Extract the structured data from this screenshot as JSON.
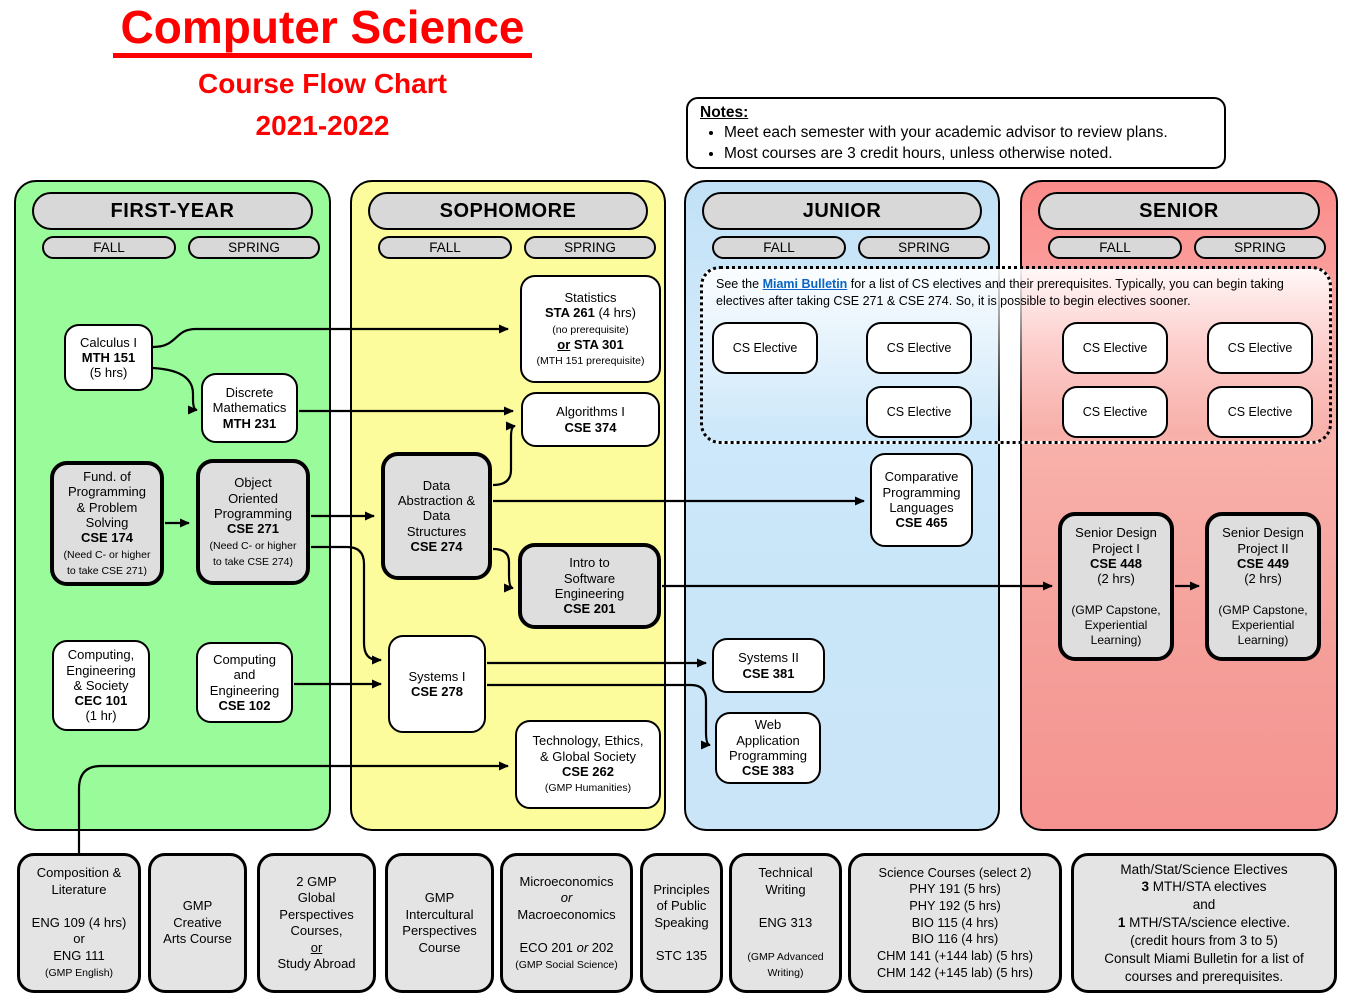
{
  "title": {
    "main": "Computer Science",
    "subtitle": "Course Flow Chart",
    "year": "2021-2022"
  },
  "notes": {
    "heading": "Notes:",
    "items": [
      "Meet each semester with your academic advisor to review plans.",
      "Most courses are 3 credit hours, unless otherwise noted."
    ]
  },
  "columns": [
    {
      "title": "FIRST-YEAR",
      "fall": "FALL",
      "spring": "SPRING"
    },
    {
      "title": "SOPHOMORE",
      "fall": "FALL",
      "spring": "SPRING"
    },
    {
      "title": "JUNIOR",
      "fall": "FALL",
      "spring": "SPRING"
    },
    {
      "title": "SENIOR",
      "fall": "FALL",
      "spring": "SPRING"
    }
  ],
  "electives_note": {
    "before": "See the ",
    "link_text": "Miami Bulletin",
    "after": " for a list of CS electives and their prerequisites. Typically, you can begin taking electives after taking CSE 271 & CSE 274. So, it is possible to begin electives sooner."
  },
  "labels": {
    "cs_elective": "CS Elective"
  },
  "colors": {
    "accent_red": "#ff0000",
    "link_blue": "#0a66c2",
    "panel_green": "#9afb9a",
    "panel_yellow": "#fcfc9c",
    "panel_blue": "#cae5f8",
    "panel_pink": "#f89d99",
    "pill_gray": "#d8d8d8",
    "box_gray": "#dedede"
  },
  "boxes": {
    "mth151": [
      [
        {
          "t": "Calculus I"
        }
      ],
      [
        {
          "t": "MTH 151",
          "c": "b"
        }
      ],
      [
        {
          "t": "(5 hrs)"
        }
      ]
    ],
    "mth231": [
      [
        {
          "t": "Discrete"
        }
      ],
      [
        {
          "t": "Mathematics"
        }
      ],
      [
        {
          "t": "MTH 231",
          "c": "b"
        }
      ]
    ],
    "cse174": [
      [
        {
          "t": "Fund. of"
        }
      ],
      [
        {
          "t": "Programming"
        }
      ],
      [
        {
          "t": "& Problem"
        }
      ],
      [
        {
          "t": "Solving"
        }
      ],
      [
        {
          "t": "CSE 174",
          "c": "b"
        }
      ],
      [
        {
          "t": "(Need C- or higher",
          "c": "s"
        }
      ],
      [
        {
          "t": "to take CSE 271)",
          "c": "s"
        }
      ]
    ],
    "cse271": [
      [
        {
          "t": "Object"
        }
      ],
      [
        {
          "t": "Oriented"
        }
      ],
      [
        {
          "t": "Programming"
        }
      ],
      [
        {
          "t": "CSE 271",
          "c": "b"
        }
      ],
      [
        {
          "t": "(Need C- or higher",
          "c": "s"
        }
      ],
      [
        {
          "t": "to take CSE 274)",
          "c": "s"
        }
      ]
    ],
    "cec101": [
      [
        {
          "t": "Computing,"
        }
      ],
      [
        {
          "t": "Engineering"
        }
      ],
      [
        {
          "t": "& Society"
        }
      ],
      [
        {
          "t": "CEC 101",
          "c": "b"
        }
      ],
      [
        {
          "t": "(1 hr)"
        }
      ]
    ],
    "cse102": [
      [
        {
          "t": "Computing"
        }
      ],
      [
        {
          "t": "and"
        }
      ],
      [
        {
          "t": "Engineering"
        }
      ],
      [
        {
          "t": "CSE 102",
          "c": "b"
        }
      ]
    ],
    "sta261": [
      [
        {
          "t": "Statistics"
        }
      ],
      [
        {
          "t": "STA 261",
          "c": "b"
        },
        {
          "t": " (4 hrs)"
        }
      ],
      [
        {
          "t": "(no prerequisite)",
          "c": "s"
        }
      ],
      [
        {
          "t": "or",
          "c": "bu"
        },
        {
          "t": " STA 301",
          "c": "b"
        }
      ],
      [
        {
          "t": "(MTH 151 prerequisite)",
          "c": "s"
        }
      ]
    ],
    "cse374": [
      [
        {
          "t": "Algorithms I"
        }
      ],
      [
        {
          "t": "CSE 374",
          "c": "b"
        }
      ]
    ],
    "cse274": [
      [
        {
          "t": "Data"
        }
      ],
      [
        {
          "t": "Abstraction &"
        }
      ],
      [
        {
          "t": "Data"
        }
      ],
      [
        {
          "t": "Structures"
        }
      ],
      [
        {
          "t": "CSE 274",
          "c": "b"
        }
      ]
    ],
    "cse201": [
      [
        {
          "t": "Intro to"
        }
      ],
      [
        {
          "t": "Software"
        }
      ],
      [
        {
          "t": "Engineering"
        }
      ],
      [
        {
          "t": "CSE 201",
          "c": "b"
        }
      ]
    ],
    "cse278": [
      [
        {
          "t": "Systems I"
        }
      ],
      [
        {
          "t": "CSE 278",
          "c": "b"
        }
      ]
    ],
    "cse262": [
      [
        {
          "t": "Technology, Ethics,"
        }
      ],
      [
        {
          "t": "& Global Society"
        }
      ],
      [
        {
          "t": "CSE 262",
          "c": "b"
        }
      ],
      [
        {
          "t": "(GMP Humanities)",
          "c": "s"
        }
      ]
    ],
    "cse465": [
      [
        {
          "t": "Comparative"
        }
      ],
      [
        {
          "t": "Programming"
        }
      ],
      [
        {
          "t": "Languages"
        }
      ],
      [
        {
          "t": "CSE 465",
          "c": "b"
        }
      ]
    ],
    "cse381": [
      [
        {
          "t": "Systems II"
        }
      ],
      [
        {
          "t": "CSE 381",
          "c": "b"
        }
      ]
    ],
    "cse383": [
      [
        {
          "t": "Web"
        }
      ],
      [
        {
          "t": "Application"
        }
      ],
      [
        {
          "t": "Programming"
        }
      ],
      [
        {
          "t": "CSE 383",
          "c": "b"
        }
      ]
    ],
    "cse448": [
      [
        {
          "t": "Senior Design"
        }
      ],
      [
        {
          "t": "Project I"
        }
      ],
      [
        {
          "t": "CSE 448",
          "c": "b"
        }
      ],
      [
        {
          "t": "(2 hrs)"
        }
      ],
      [],
      [
        {
          "t": "(GMP Capstone,",
          "c": "m"
        }
      ],
      [
        {
          "t": "Experiential",
          "c": "m"
        }
      ],
      [
        {
          "t": "Learning)",
          "c": "m"
        }
      ]
    ],
    "cse449": [
      [
        {
          "t": "Senior Design"
        }
      ],
      [
        {
          "t": "Project II"
        }
      ],
      [
        {
          "t": "CSE 449",
          "c": "b"
        }
      ],
      [
        {
          "t": "(2 hrs)"
        }
      ],
      [],
      [
        {
          "t": "(GMP Capstone,",
          "c": "m"
        }
      ],
      [
        {
          "t": "Experiential",
          "c": "m"
        }
      ],
      [
        {
          "t": "Learning)",
          "c": "m"
        }
      ]
    ],
    "composition": [
      [
        {
          "t": "Composition &"
        }
      ],
      [
        {
          "t": "Literature"
        }
      ],
      [],
      [
        {
          "t": "ENG 109 (4 hrs)"
        }
      ],
      [
        {
          "t": "or"
        }
      ],
      [
        {
          "t": "ENG 111"
        }
      ],
      [
        {
          "t": "(GMP English)",
          "c": "s"
        }
      ]
    ],
    "creative": [
      [
        {
          "t": "GMP"
        }
      ],
      [
        {
          "t": "Creative"
        }
      ],
      [
        {
          "t": "Arts Course"
        }
      ]
    ],
    "global": [
      [
        {
          "t": "2 GMP"
        }
      ],
      [
        {
          "t": "Global"
        }
      ],
      [
        {
          "t": "Perspectives"
        }
      ],
      [
        {
          "t": "Courses,"
        }
      ],
      [
        {
          "t": "or",
          "c": "u"
        }
      ],
      [
        {
          "t": "Study Abroad"
        }
      ]
    ],
    "intercultural": [
      [
        {
          "t": "GMP"
        }
      ],
      [
        {
          "t": "Intercultural"
        }
      ],
      [
        {
          "t": "Perspectives"
        }
      ],
      [
        {
          "t": "Course"
        }
      ]
    ],
    "econ": [
      [
        {
          "t": "Microeconomics"
        }
      ],
      [
        {
          "t": "or",
          "c": "i"
        }
      ],
      [
        {
          "t": "Macroeconomics"
        }
      ],
      [],
      [
        {
          "t": "ECO 201 "
        },
        {
          "t": "or",
          "c": "i"
        },
        {
          "t": " 202"
        }
      ],
      [
        {
          "t": "(GMP Social Science)",
          "c": "s"
        }
      ]
    ],
    "speaking": [
      [
        {
          "t": "Principles"
        }
      ],
      [
        {
          "t": "of Public"
        }
      ],
      [
        {
          "t": "Speaking"
        }
      ],
      [],
      [
        {
          "t": "STC 135"
        }
      ]
    ],
    "techwriting": [
      [
        {
          "t": "Technical"
        }
      ],
      [
        {
          "t": "Writing"
        }
      ],
      [],
      [
        {
          "t": "ENG 313"
        }
      ],
      [],
      [
        {
          "t": "(GMP Advanced",
          "c": "s"
        }
      ],
      [
        {
          "t": "Writing)",
          "c": "s"
        }
      ]
    ],
    "science": [
      [
        {
          "t": "Science Courses (select 2)"
        }
      ],
      [
        {
          "t": "PHY 191 (5 hrs)"
        }
      ],
      [
        {
          "t": "PHY 192 (5 hrs)"
        }
      ],
      [
        {
          "t": "BIO 115 (4 hrs)"
        }
      ],
      [
        {
          "t": "BIO 116 (4 hrs)"
        }
      ],
      [
        {
          "t": "CHM 141 (+144 lab) (5 hrs)"
        }
      ],
      [
        {
          "t": "CHM 142 (+145 lab) (5 hrs)"
        }
      ]
    ],
    "mathstat": [
      [
        {
          "t": "Math/Stat/Science Electives"
        }
      ],
      [
        {
          "t": "3",
          "c": "b"
        },
        {
          "t": " MTH/STA electives"
        }
      ],
      [
        {
          "t": "and"
        }
      ],
      [
        {
          "t": "1",
          "c": "b"
        },
        {
          "t": " MTH/STA/science elective."
        }
      ],
      [
        {
          "t": "(credit hours from 3 to 5)"
        }
      ],
      [
        {
          "t": "Consult Miami Bulletin for a list of"
        }
      ],
      [
        {
          "t": "courses and prerequisites."
        }
      ]
    ]
  }
}
